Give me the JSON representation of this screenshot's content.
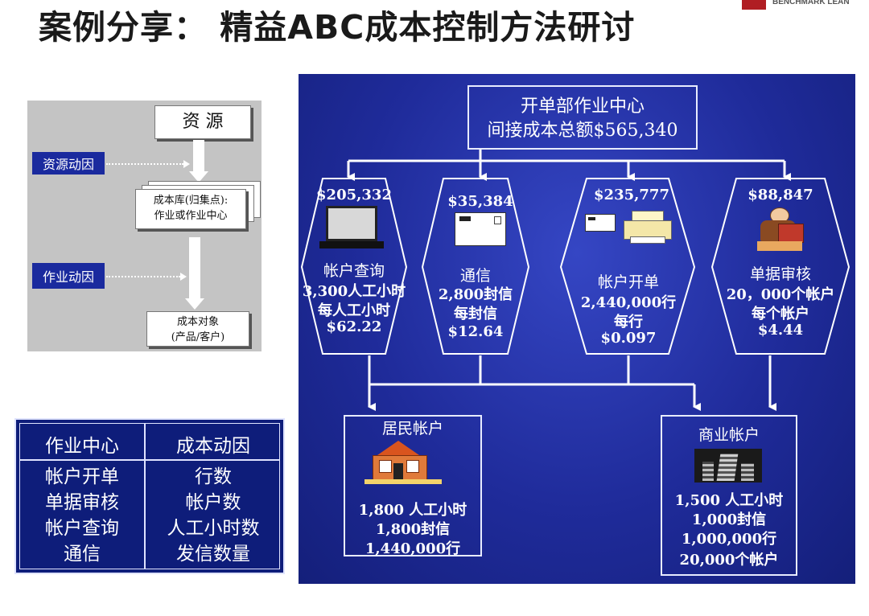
{
  "title": "案例分享：   精益ABC成本控制方法研讨",
  "logo_text": "BENCHMARK LEAN",
  "flow": {
    "resource": "资  源",
    "resource_driver": "资源动因",
    "cost_pool_line1": "成本库(归集点):",
    "cost_pool_line2": "作业或作业中心",
    "activity_driver": "作业动因",
    "cost_object_line1": "成本对象",
    "cost_object_line2": "(产品/客户)"
  },
  "table": {
    "header": [
      "作业中心",
      "成本动因"
    ],
    "activities": [
      "帐户开单",
      "单据审核",
      "帐户查询",
      "通信"
    ],
    "drivers": [
      "行数",
      "帐户数",
      "人工小时数",
      "发信数量"
    ]
  },
  "diagram": {
    "top_line1": "开单部作业中心",
    "top_line2": "间接成本总额$565,340",
    "centers": [
      {
        "amount": "$205,332",
        "name": "帐户查询",
        "qty": "3,300人工小时",
        "unit": "每人工小时",
        "rate": "$62.22",
        "icon": "laptop-icon"
      },
      {
        "amount": "$35,384",
        "name": "通信",
        "qty": "2,800封信",
        "unit": "每封信",
        "rate": "$12.64",
        "icon": "envelope-icon"
      },
      {
        "amount": "$235,777",
        "name": "帐户开单",
        "qty": "2,440,000行",
        "unit": "每行",
        "rate": "$0.097",
        "icon": "printer-icon"
      },
      {
        "amount": "$88,847",
        "name": "单据审核",
        "qty": "20，000个帐户",
        "unit": "每个帐户",
        "rate": "$4.44",
        "icon": "worker-icon"
      }
    ],
    "residential": {
      "title": "居民帐户",
      "lines": [
        "1,800 人工小时",
        "1,800封信",
        "1,440,000行"
      ]
    },
    "commercial": {
      "title": "商业帐户",
      "lines": [
        "1,500 人工小时",
        "1,000封信",
        "1,000,000行",
        "20,000个帐户"
      ]
    }
  }
}
